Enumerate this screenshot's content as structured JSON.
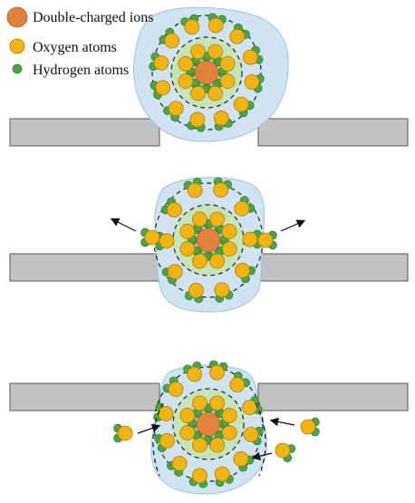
{
  "legend": {
    "ion_label": "Double-charged ions",
    "oxygen_label": "Oxygen atoms",
    "hydrogen_label": "Hydrogen atoms"
  },
  "colors": {
    "ion": "#e0823e",
    "oxygen": "#f2b415",
    "hydrogen": "#4aa548",
    "inner_shell": "#c5e4b8",
    "outer_shell": "#cfe3f1",
    "membrane": "#c2c2c2"
  },
  "stages": [
    {
      "id": "approach"
    },
    {
      "id": "dehydration"
    },
    {
      "id": "rehydration"
    }
  ]
}
